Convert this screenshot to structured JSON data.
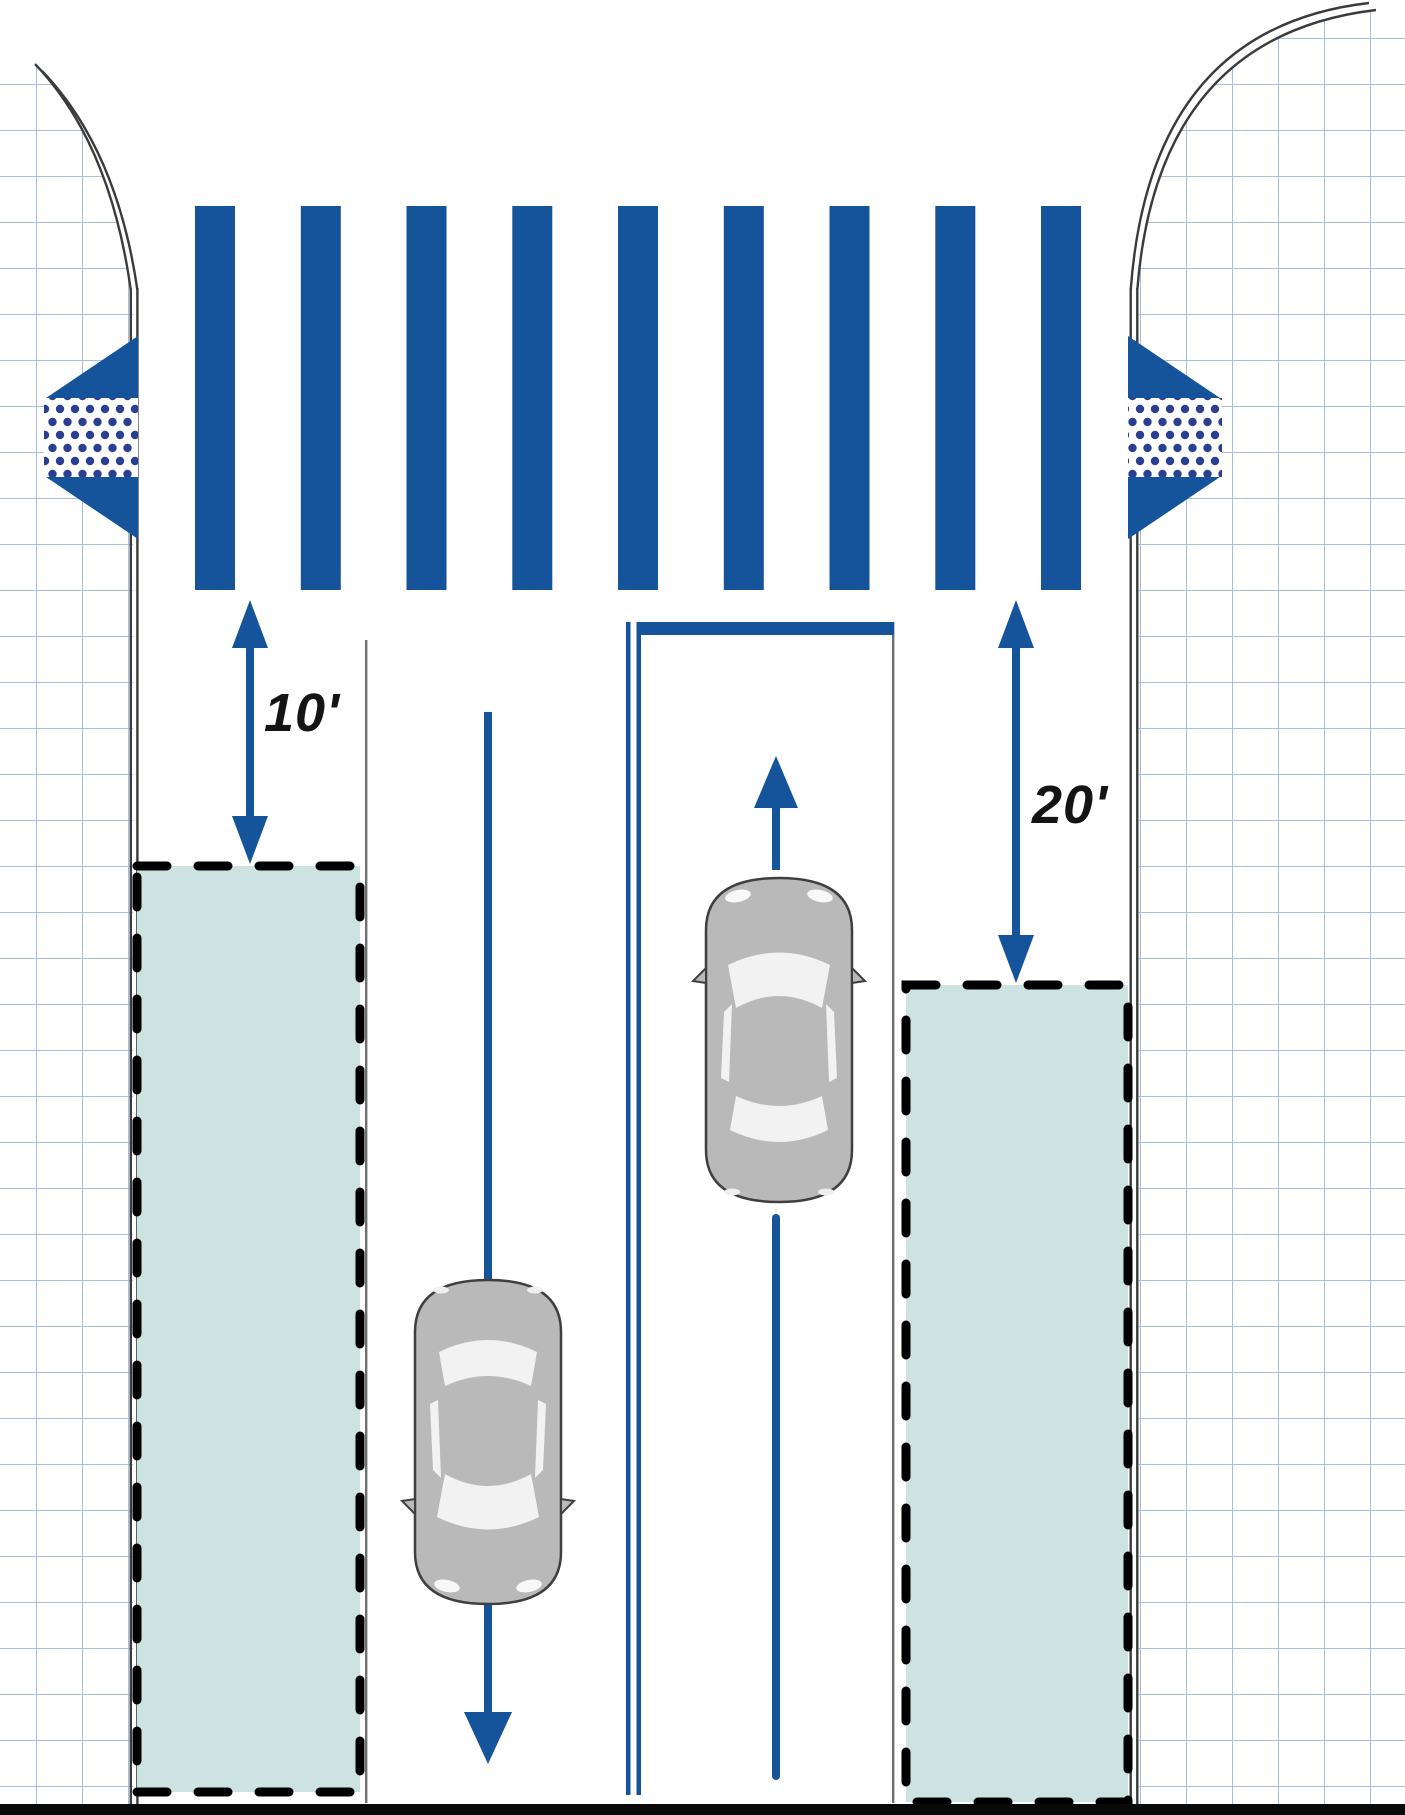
{
  "diagram": {
    "type": "street-plan-view",
    "description": "Plan view of a two-lane street at a crosswalk showing parking setback distances"
  },
  "labels": {
    "left_setback": "10'",
    "right_setback": "20'"
  },
  "colors": {
    "marking_blue": "#15549B",
    "detectable_warning_dot_blue": "#2A3F92",
    "parking_zone_fill": "#CDE3E2",
    "parking_zone_border": "#000000",
    "sidewalk_grid_line": "#A8BEDD",
    "curb_line": "#3B3B3B",
    "lane_line_gray": "#707070",
    "car_body": "#B9B9B9",
    "car_window": "#F2F2F2",
    "label_text": "#141414",
    "background": "#FFFFFF",
    "bottom_bar": "#0A0A0A"
  }
}
